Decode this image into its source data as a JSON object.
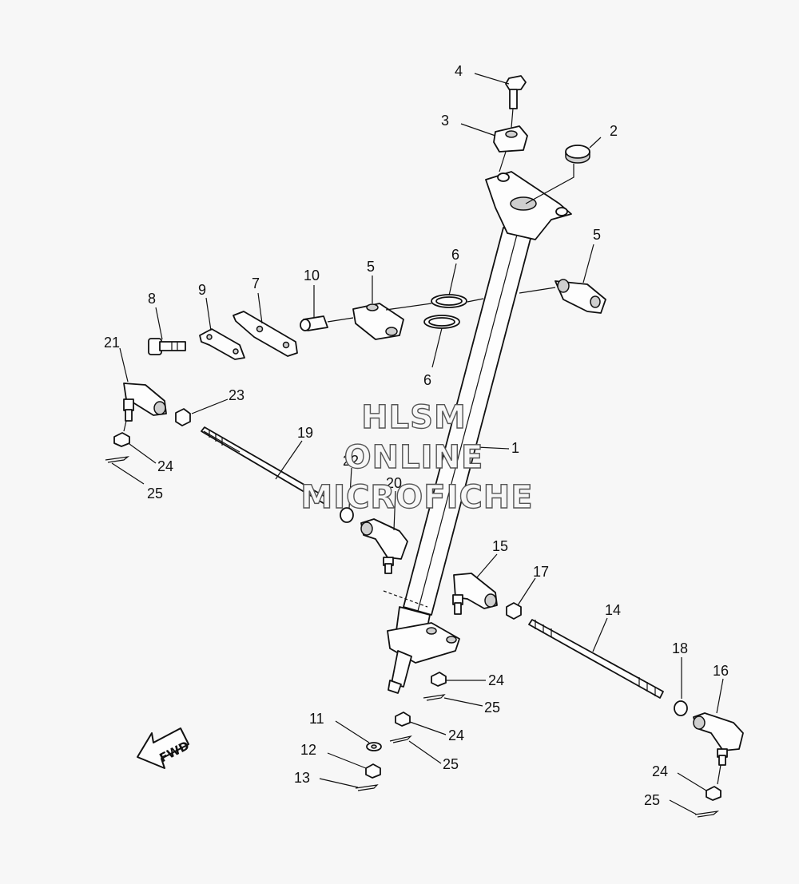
{
  "watermark": [
    "HLSM",
    "ONLINE",
    "MICROFICHE"
  ],
  "fwd_label": "FWD",
  "part_numbers": [
    "1",
    "2",
    "3",
    "4",
    "5",
    "5",
    "6",
    "6",
    "7",
    "8",
    "9",
    "10",
    "11",
    "12",
    "13",
    "14",
    "15",
    "16",
    "17",
    "18",
    "19",
    "20",
    "21",
    "22",
    "23",
    "24",
    "24",
    "24",
    "24",
    "25",
    "25",
    "25",
    "25"
  ]
}
